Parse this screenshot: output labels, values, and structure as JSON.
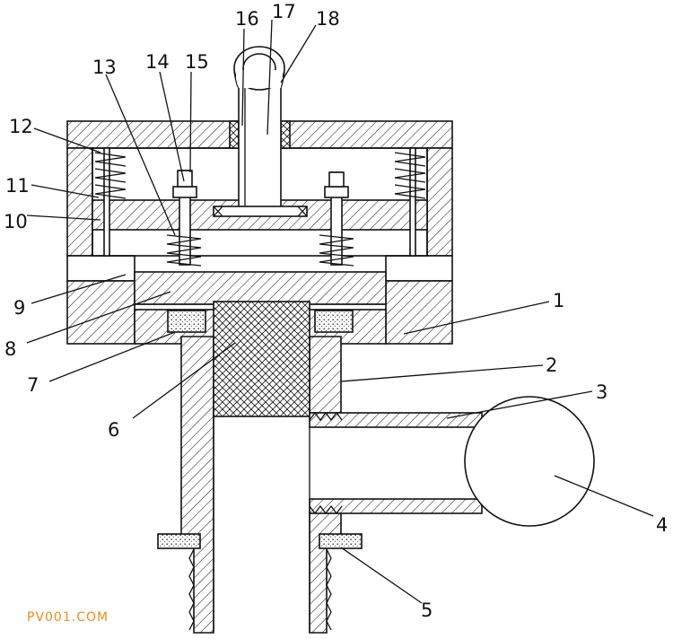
{
  "labels": [
    {
      "id": "1",
      "text": "1"
    },
    {
      "id": "2",
      "text": "2"
    },
    {
      "id": "3",
      "text": "3"
    },
    {
      "id": "4",
      "text": "4"
    },
    {
      "id": "5",
      "text": "5"
    },
    {
      "id": "6",
      "text": "6"
    },
    {
      "id": "7",
      "text": "7"
    },
    {
      "id": "8",
      "text": "8"
    },
    {
      "id": "9",
      "text": "9"
    },
    {
      "id": "10",
      "text": "10"
    },
    {
      "id": "11",
      "text": "11"
    },
    {
      "id": "12",
      "text": "12"
    },
    {
      "id": "13",
      "text": "13"
    },
    {
      "id": "14",
      "text": "14"
    },
    {
      "id": "15",
      "text": "15"
    },
    {
      "id": "16",
      "text": "16"
    },
    {
      "id": "17",
      "text": "17"
    },
    {
      "id": "18",
      "text": "18"
    }
  ],
  "watermark": "PV001.COM",
  "colors": {
    "line": "#111111",
    "watermark": "#f08c1e",
    "background": "#ffffff"
  }
}
